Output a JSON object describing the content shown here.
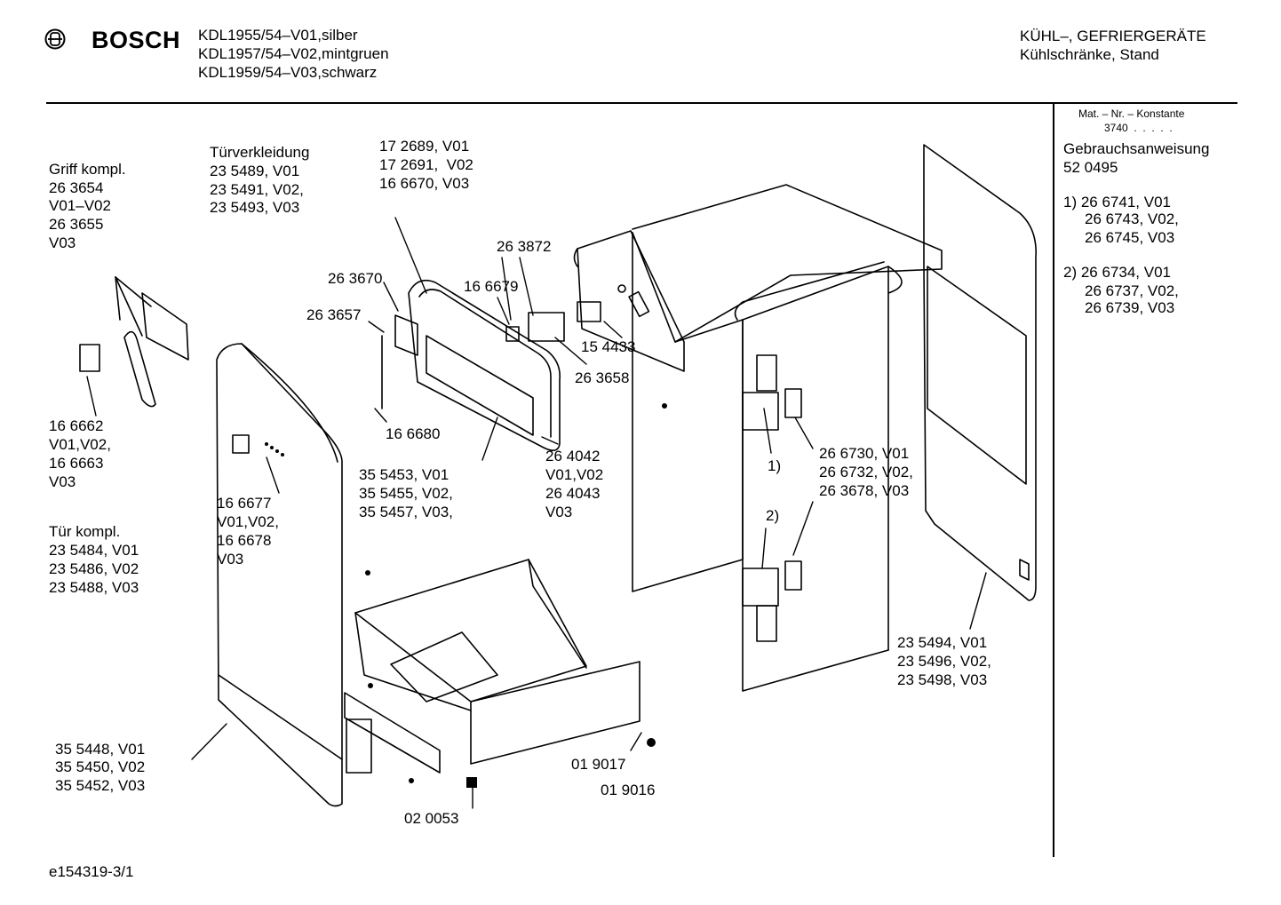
{
  "header": {
    "brand": "BOSCH",
    "models": [
      "KDL1955/54–V01,silber",
      "KDL1957/54–V02,mintgruen",
      "KDL1959/54–V03,schwarz"
    ],
    "category": "KÜHL–, GEFRIERGERÄTE",
    "subcategory": "Kühlschränke, Stand"
  },
  "sidebar": {
    "mat_nr_label": "Mat. – Nr. – Konstante",
    "mat_nr_value": "3740  .  .  .  .  .",
    "manual_label": "Gebrauchsanweisung",
    "manual_number": "52 0495",
    "note1": [
      "1) 26 6741, V01",
      "26 6743, V02,",
      "26 6745, V03"
    ],
    "note2": [
      "2) 26 6734, V01",
      "26 6737, V02,",
      "26 6739, V03"
    ]
  },
  "labels": {
    "griff": [
      "Griff kompl.",
      "26 3654",
      "V01–V02",
      "26 3655",
      "V03"
    ],
    "tuerverkleidung": [
      "Türverkleidung",
      "23 5489, V01",
      "23 5491, V02,",
      "23 5493, V03"
    ],
    "p172689": [
      "17 2689, V01",
      "17 2691,  V02",
      "16 6670, V03"
    ],
    "p263872": "26 3872",
    "p263670": "26 3670",
    "p166679": "16 6679",
    "p263657": "26 3657",
    "p154433": "15 4433",
    "p263658": "26 3658",
    "p166662": [
      "16 6662",
      "V01,V02,",
      "16 6663",
      "V03"
    ],
    "p166680": "16 6680",
    "p264042": [
      "26 4042",
      "V01,V02",
      "26 4043",
      "V03"
    ],
    "p355453": [
      "35 5453, V01",
      "35 5455, V02,",
      "35 5457, V03,"
    ],
    "p166677": [
      "16 6677",
      "V01,V02,",
      "16 6678",
      "V03"
    ],
    "tuer": [
      "Tür kompl.",
      "23 5484, V01",
      "23 5486, V02",
      "23 5488, V03"
    ],
    "p266730": [
      "26 6730, V01",
      "26 6732, V02,",
      "26 3678, V03"
    ],
    "mark1": "1)",
    "mark2": "2)",
    "p235494": [
      "23 5494, V01",
      "23 5496, V02,",
      "23 5498, V03"
    ],
    "p355448": [
      "35 5448, V01",
      "35 5450, V02",
      "35 5452, V03"
    ],
    "p019017": "01 9017",
    "p019016": "01 9016",
    "p020053": "02 0053"
  },
  "footer": {
    "drawing_id": "e154319-3/1"
  }
}
